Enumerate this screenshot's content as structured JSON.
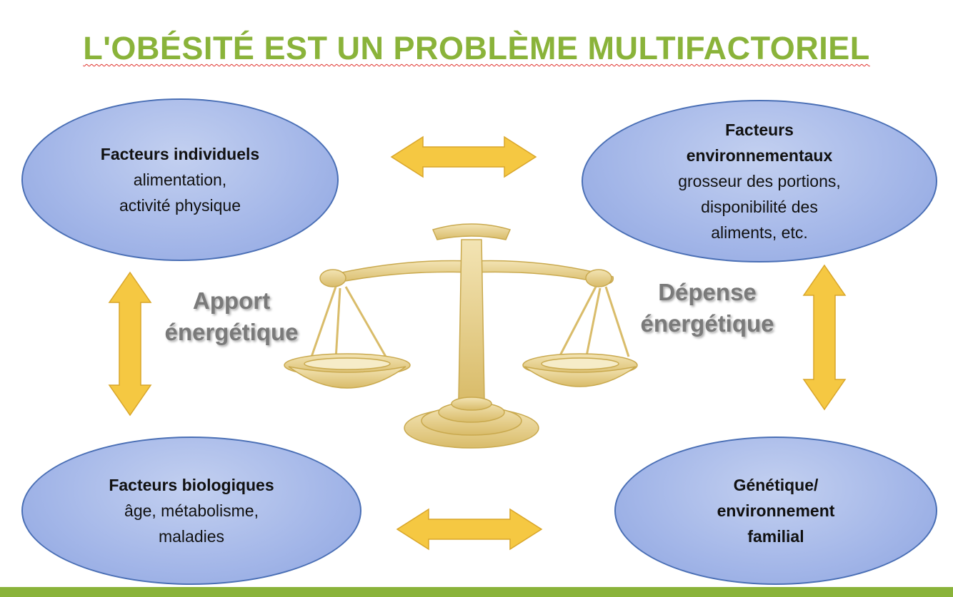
{
  "title": "L'OBÉSITÉ EST UN PROBLÈME MULTIFACTORIEL",
  "ovals": {
    "top_left": {
      "heading": "Facteurs individuels",
      "lines": [
        "alimentation,",
        "activité physique"
      ]
    },
    "top_right": {
      "heading_lines": [
        "Facteurs",
        "environnementaux"
      ],
      "lines": [
        "grosseur des portions,",
        "disponibilité des",
        "aliments, etc."
      ]
    },
    "bottom_left": {
      "heading": "Facteurs biologiques",
      "lines": [
        "âge, métabolisme,",
        "maladies"
      ]
    },
    "bottom_right": {
      "heading_lines": [
        "Génétique/",
        "environnement",
        "familial"
      ]
    }
  },
  "labels": {
    "left": [
      "Apport",
      "énergétique"
    ],
    "right": [
      "Dépense",
      "énergétique"
    ]
  },
  "colors": {
    "title_green": "#8ab33a",
    "arrow_fill": "#f5c842",
    "arrow_stroke": "#d9a62a",
    "oval_border": "#4a6fb5",
    "bar_green": "#8ab33a",
    "scale_gold": "#e8cf8a"
  }
}
